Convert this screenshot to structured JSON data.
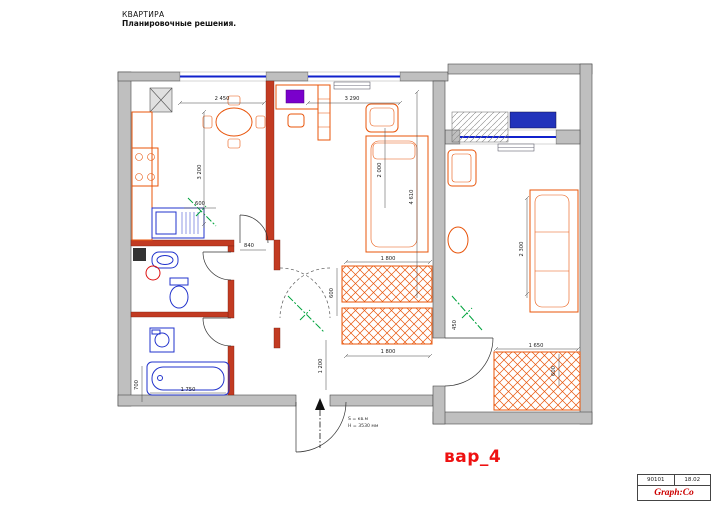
{
  "page": {
    "title_line1": "КВАРТИРА",
    "title_line2": "Планировочные решения."
  },
  "variant_label": "вар_4",
  "entrance_note": {
    "line1": "S = кв.м",
    "line2": "H = 3530 мм"
  },
  "title_block": {
    "code": "90101",
    "date": "18.02",
    "brand": "Graph:Co"
  },
  "dims": [
    "2 450",
    "3 290",
    "3 200",
    "600",
    "840",
    "2 000",
    "4 610",
    "1 800",
    "600",
    "1 200",
    "1 800",
    "2 300",
    "1 650",
    "600",
    "700",
    "1 750",
    "450"
  ],
  "colors": {
    "wall_gray": "#bfbfbf",
    "partition_red": "#c23b22",
    "furniture_orange": "#e8540a",
    "fixture_blue": "#2233cc",
    "window_blue": "#1122cc",
    "monitor_purple": "#7a00cc",
    "axis_green": "#00a33d",
    "accent_red": "#ee1111",
    "brand_red": "#cc0000"
  }
}
